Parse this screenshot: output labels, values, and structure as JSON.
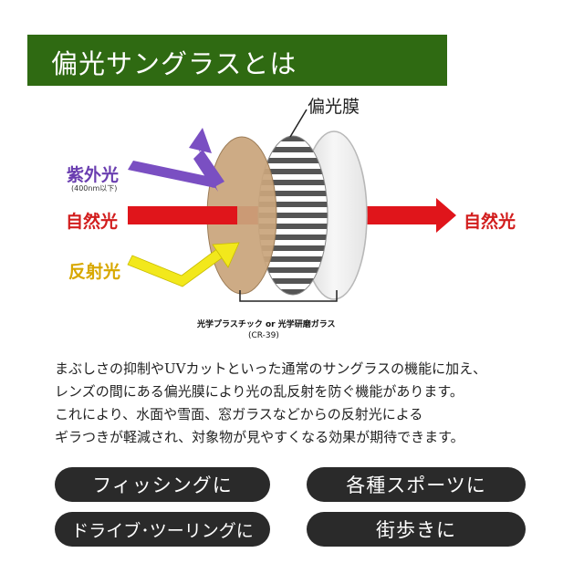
{
  "header": {
    "title": "偏光サングラスとは"
  },
  "diagram": {
    "uv_light": "紫外光",
    "uv_note": "(400nm以下)",
    "natural_light_in": "自然光",
    "natural_light_out": "自然光",
    "reflected_light": "反射光",
    "polarizing_film": "偏光膜",
    "lens_material": "光学プラスチック or 光学研磨ガラス",
    "lens_code": "(CR-39)"
  },
  "description": {
    "lines": [
      "まぶしさの抑制やUVカットといった通常のサングラスの機能に加え、",
      "レンズの間にある偏光膜により光の乱反射を防ぐ機能があります。",
      "これにより、水面や雪面、窓ガラスなどからの反射光による",
      "ギラつきが軽減され、対象物が見やすくなる効果が期待できます。"
    ]
  },
  "uses": [
    {
      "label": "フィッシングに"
    },
    {
      "label": "各種スポーツに"
    },
    {
      "label": "ドライブ･ツーリングに"
    },
    {
      "label": "街歩きに"
    }
  ],
  "colors": {
    "header_bg": "#2f6a12",
    "uv_arrow": "#7a4fc2",
    "natural_arrow": "#e0151b",
    "reflected_arrow": "#f2e81c",
    "lens_tint": "#c9a57c",
    "pill_bg": "#2a2a2a"
  }
}
